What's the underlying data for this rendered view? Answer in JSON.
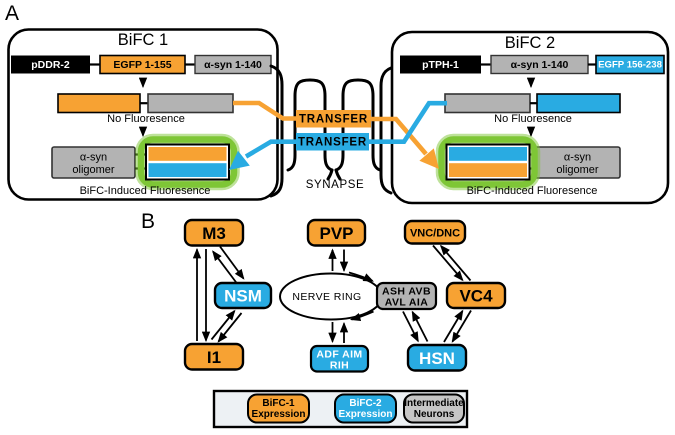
{
  "figure": {
    "panel_a_label": "A",
    "panel_b_label": "B"
  },
  "bifc1": {
    "title": "BiFC 1",
    "promoter": "pDDR-2",
    "fragment": "EGFP 1-155",
    "asyn": "α-syn 1-140",
    "no_fluorescence": "No Fluoresence",
    "oligomer_line1": "α-syn",
    "oligomer_line2": "oligomer",
    "induced_fluorescence": "BiFC-Induced Fluoresence"
  },
  "bifc2": {
    "title": "BiFC 2",
    "promoter": "pTPH-1",
    "asyn": "α-syn 1-140",
    "fragment": "EGFP 156-238",
    "no_fluorescence": "No Fluoresence",
    "oligomer_line1": "α-syn",
    "oligomer_line2": "oligomer",
    "induced_fluorescence": "BiFC-Induced Fluoresence"
  },
  "synapse": {
    "label": "SYNAPSE",
    "transfer_top": "TRANSFER",
    "transfer_bottom": "TRANSFER"
  },
  "circuit": {
    "m3": "M3",
    "pvp": "PVP",
    "vnc_dnc": "VNC/DNC",
    "nsm": "NSM",
    "vc4": "VC4",
    "i1": "I1",
    "hsn": "HSN",
    "nerve_ring": "NERVE RING",
    "interneurons_line1": "ASH AVB",
    "interneurons_line2": "AVL AIA",
    "adf_line1": "ADF AIM",
    "adf_line2": "RIH"
  },
  "legend": {
    "bifc1_line1": "BiFC-1",
    "bifc1_line2": "Expression",
    "bifc2_line1": "BiFC-2",
    "bifc2_line2": "Expression",
    "intermediate_line1": "Intermediate",
    "intermediate_line2": "Neurons"
  },
  "colors": {
    "bifc1_orange": "#F7A233",
    "bifc2_blue": "#29ABE2",
    "fluorescence_green": "#7EC636",
    "intermediate_gray": "#B3B3B3",
    "promoter_black": "#000000"
  }
}
